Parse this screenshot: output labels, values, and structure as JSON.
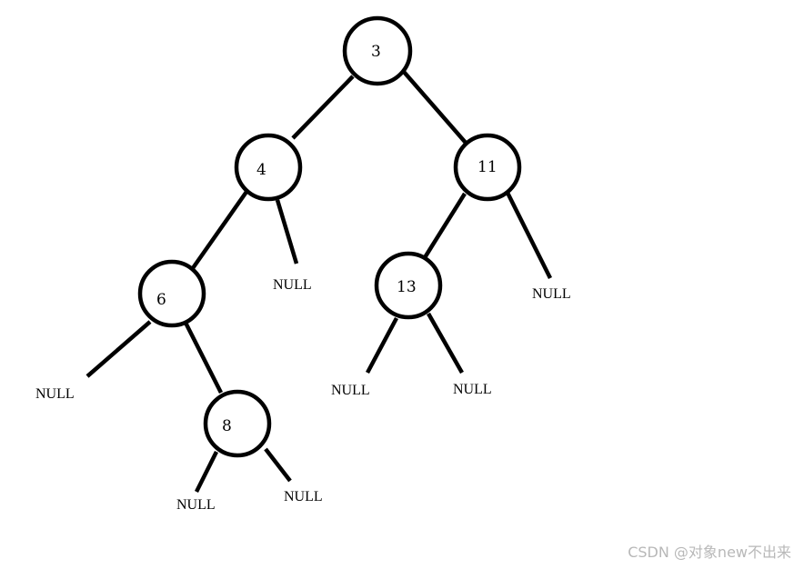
{
  "tree": {
    "nodes": {
      "root": "3",
      "left": "4",
      "right": "11",
      "left_left": "6",
      "right_left": "13",
      "left_left_right": "8"
    },
    "null_label": "NULL"
  },
  "watermark": "CSDN @对象new不出来"
}
